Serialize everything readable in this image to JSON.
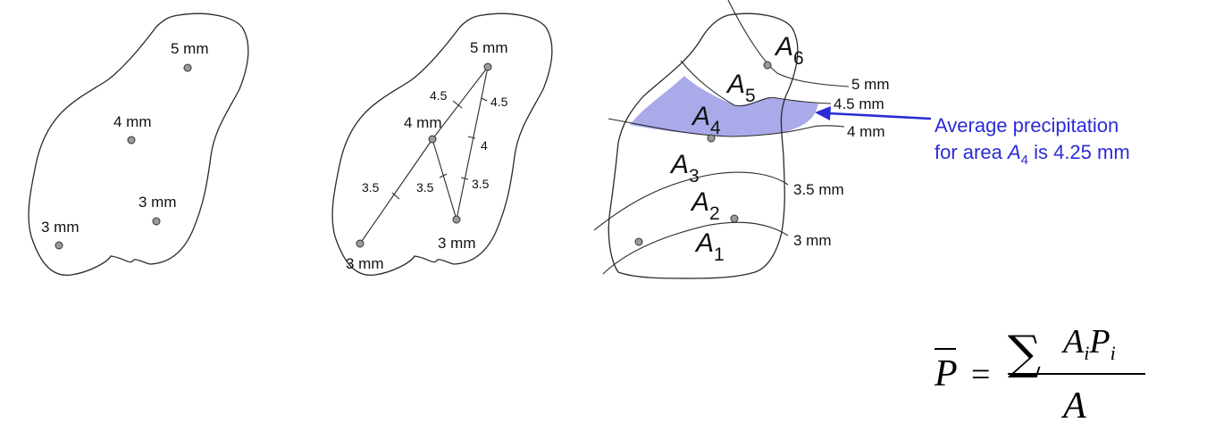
{
  "colors": {
    "outline": "#2a2a2a",
    "station_fill": "#9a9a9a",
    "highlight": "#aaaaeb",
    "annotation": "#2b2bd6"
  },
  "panel1": {
    "stations": [
      "5 mm",
      "4 mm",
      "3 mm",
      "3 mm"
    ]
  },
  "panel2": {
    "stations": [
      "5 mm",
      "4 mm",
      "3 mm",
      "3 mm"
    ],
    "ticks": [
      "4.5",
      "4.5",
      "4",
      "3.5",
      "3.5",
      "3.5"
    ]
  },
  "panel3": {
    "isohyets": [
      "5 mm",
      "4.5 mm",
      "4 mm",
      "3.5 mm",
      "3 mm"
    ],
    "areas": {
      "a6": {
        "base": "A",
        "sub": "6"
      },
      "a5": {
        "base": "A",
        "sub": "5"
      },
      "a4": {
        "base": "A",
        "sub": "4"
      },
      "a3": {
        "base": "A",
        "sub": "3"
      },
      "a2": {
        "base": "A",
        "sub": "2"
      },
      "a1": {
        "base": "A",
        "sub": "1"
      }
    }
  },
  "annotation": {
    "line1": "Average precipitation",
    "line2_prefix": "for area ",
    "line2_var": "A",
    "line2_sub": "4",
    "line2_suffix": " is 4.25 mm"
  },
  "formula": {
    "lhs": "P",
    "equals": "=",
    "sum": "∑",
    "a": "A",
    "i1": "i",
    "p": "P",
    "i2": "i",
    "denominator": "A"
  }
}
